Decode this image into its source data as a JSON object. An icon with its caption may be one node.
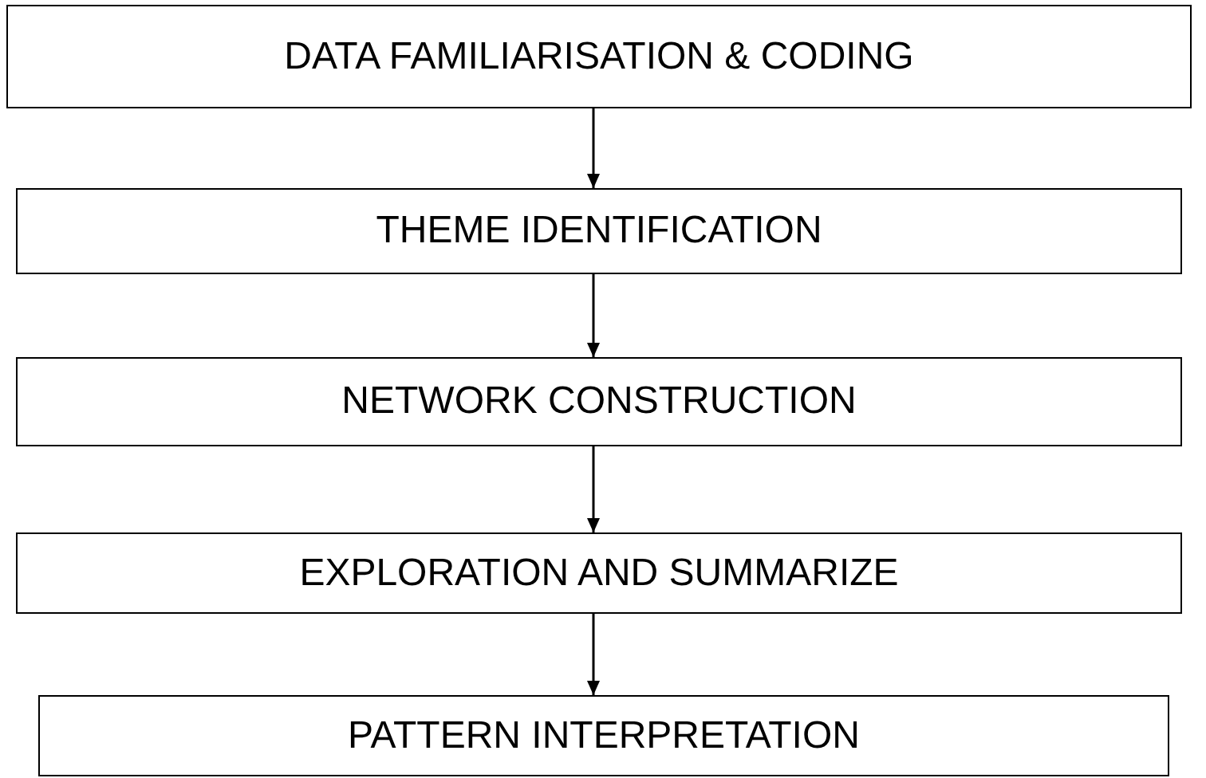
{
  "diagram": {
    "nodes": [
      {
        "text": [
          "DATA FAMILIARISATION & CODING"
        ]
      },
      {
        "text": [
          "THEME IDENTIFICATION"
        ]
      },
      {
        "text": [
          "NETWORK CONSTRUCTION"
        ]
      },
      {
        "text": [
          "EXPLORATION AND SUMMARIZE"
        ]
      },
      {
        "text": [
          "PATTERN INTERPRETATION"
        ]
      }
    ],
    "edges": [
      {
        "from": 0,
        "to": 1,
        "arrow": "to"
      },
      {
        "from": 1,
        "to": 2,
        "arrow": "to"
      },
      {
        "from": 2,
        "to": 3,
        "arrow": "to"
      },
      {
        "from": 3,
        "to": 4,
        "arrow": "to"
      }
    ]
  }
}
